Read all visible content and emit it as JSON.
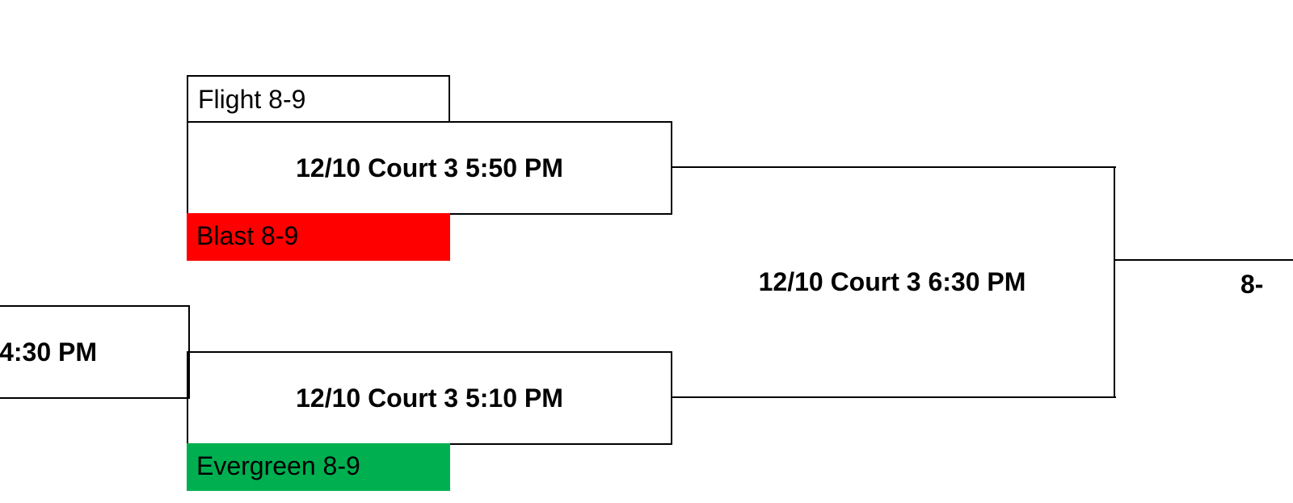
{
  "teams": {
    "flight": "Flight 8-9",
    "blast": "Blast 8-9",
    "evergreen": "Evergreen 8-9"
  },
  "games": {
    "game_550": "12/10 Court 3 5:50 PM",
    "game_510": "12/10 Court 3 5:10 PM",
    "game_630": "12/10 Court 3 6:30 PM",
    "game_430_partial": "4:30 PM",
    "game_final_partial": "8-"
  },
  "colors": {
    "blast_fill": "#ff0000",
    "evergreen_fill": "#00b050",
    "line": "#000000",
    "background": "#ffffff"
  }
}
